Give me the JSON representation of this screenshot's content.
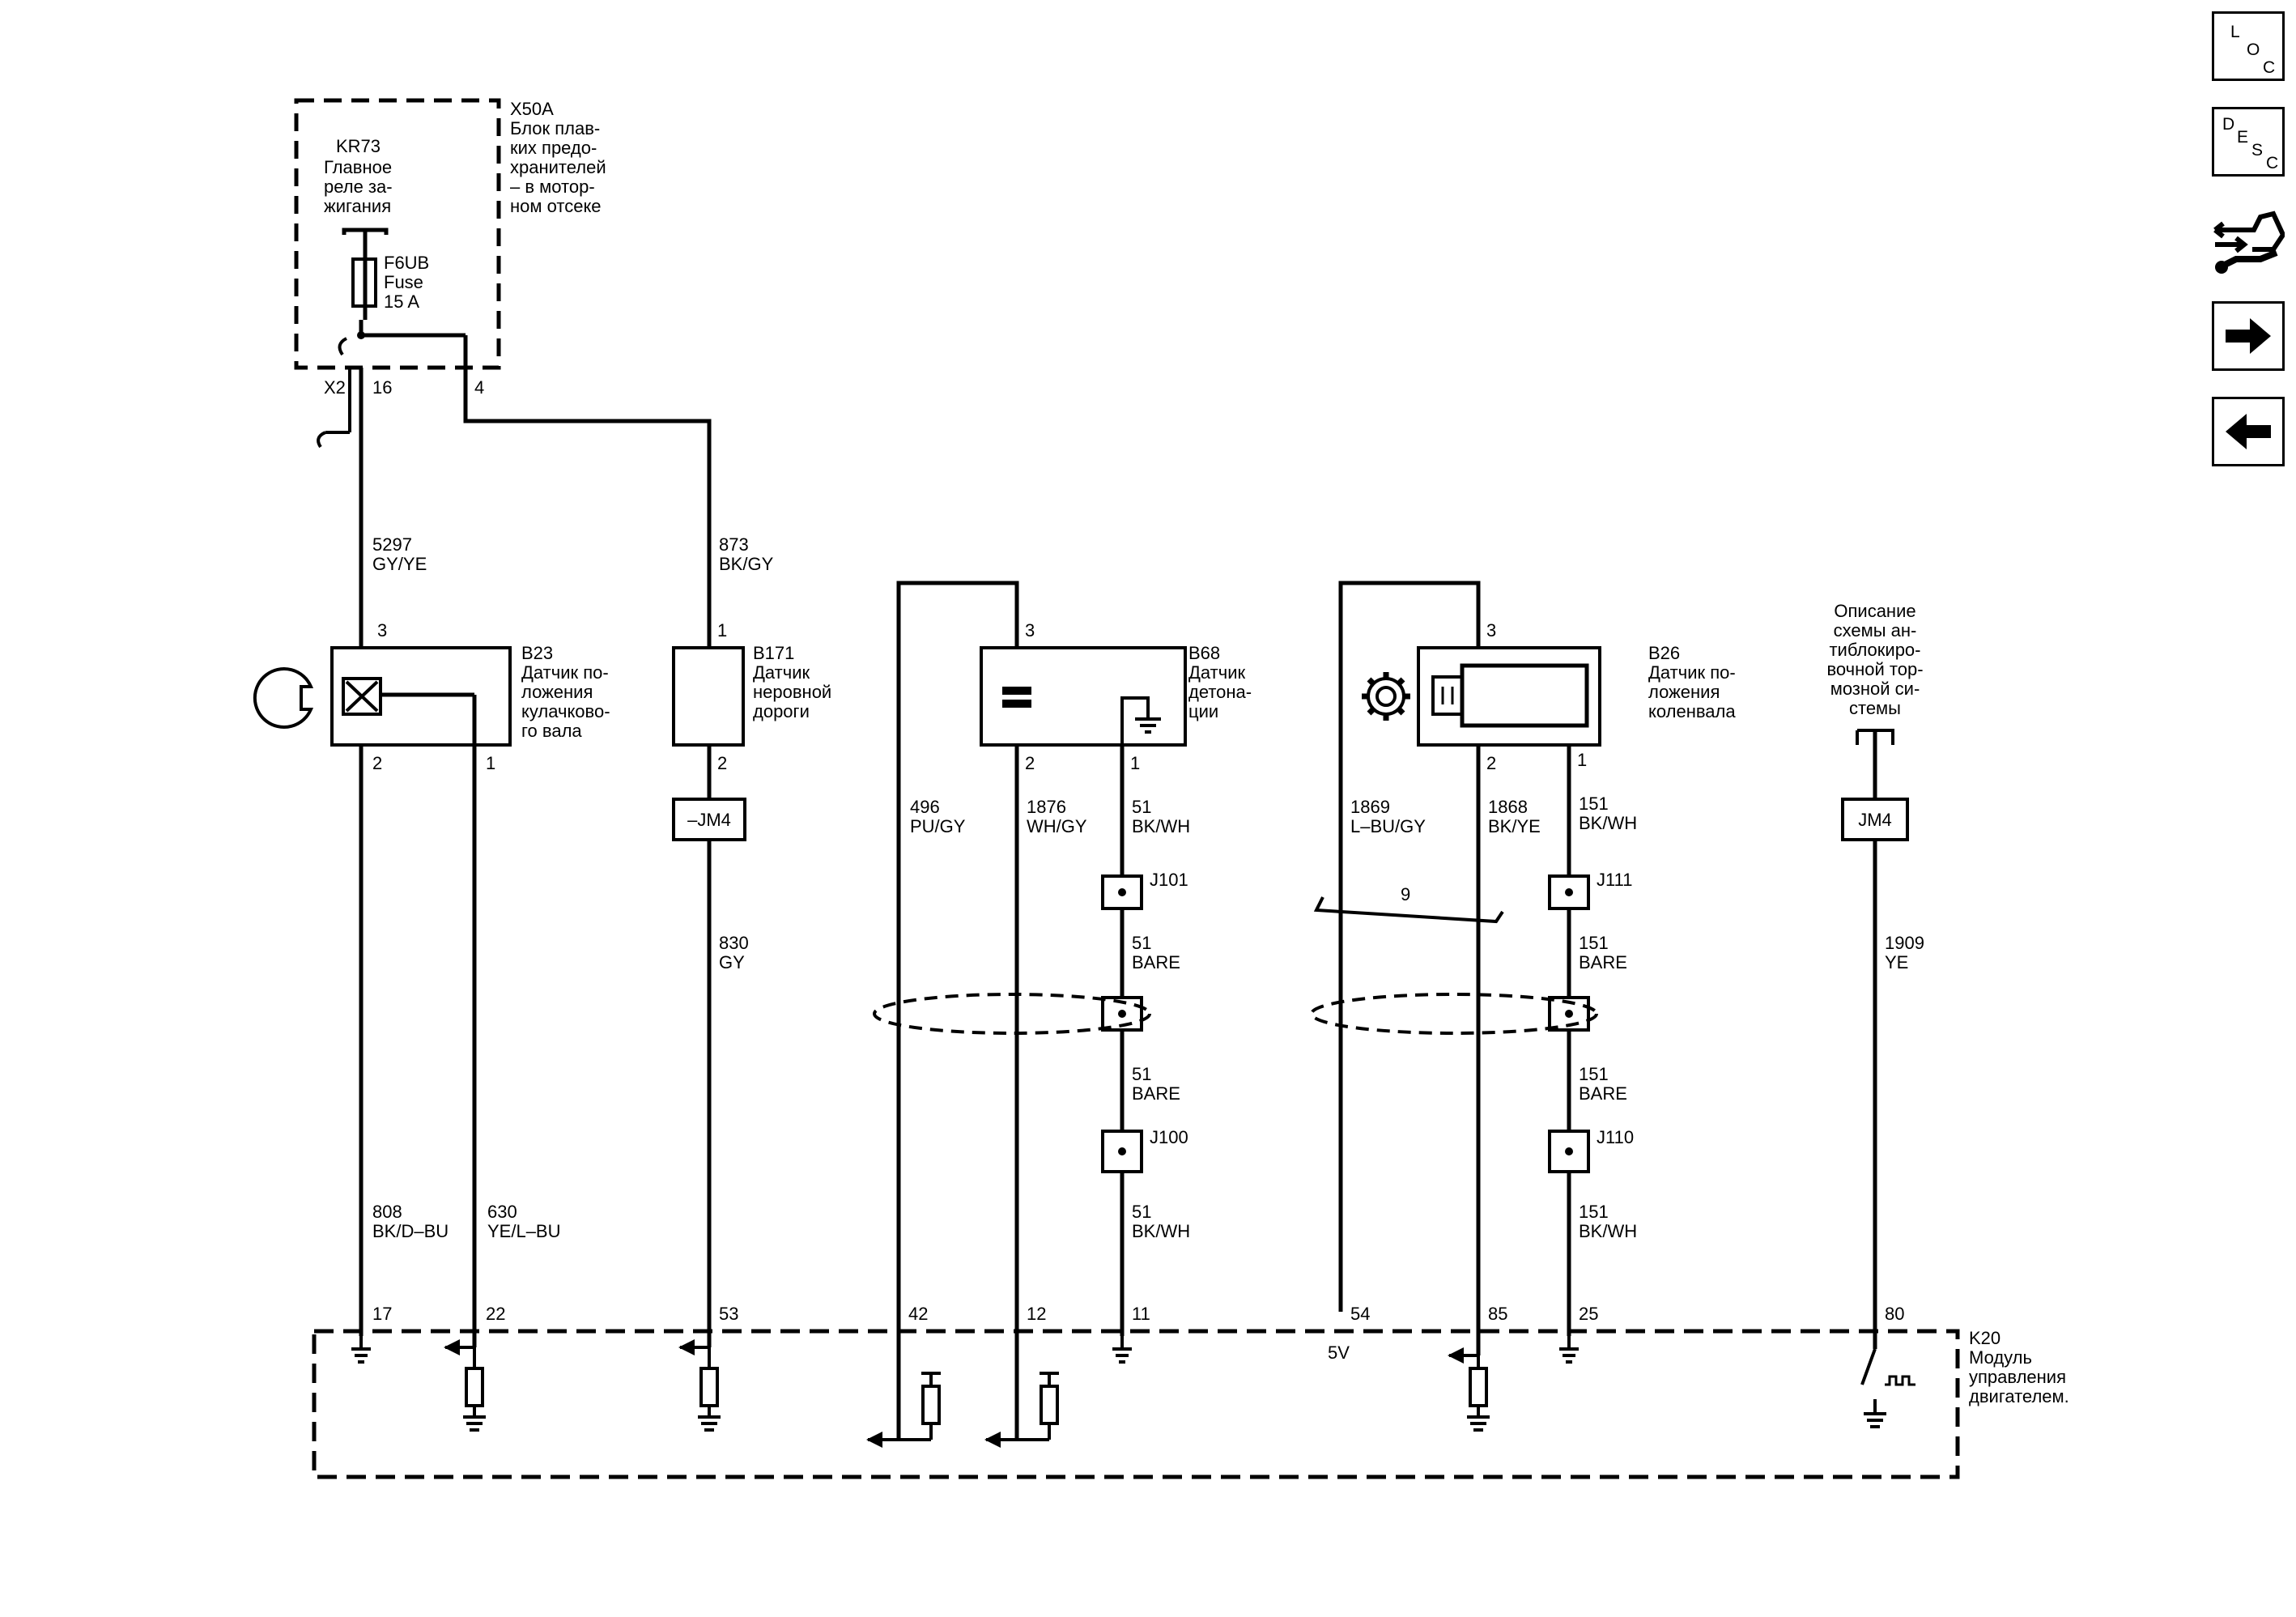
{
  "fuse_box": {
    "id": "X50A",
    "name_lines": [
      "Блок плав-",
      "ких предо-",
      "хранителей",
      "– в мотор-",
      "ном отсеке"
    ],
    "relay_id": "KR73",
    "relay_lines": [
      "Главное",
      "реле за-",
      "жигания"
    ],
    "fuse_lines": [
      "F6UB",
      "Fuse",
      "15 A"
    ],
    "conn_x2": "X2",
    "pin_16": "16",
    "pin_4": "4"
  },
  "wires": {
    "w5297": [
      "5297",
      "GY/YE"
    ],
    "w873": [
      "873",
      "BK/GY"
    ],
    "w808": [
      "808",
      "BK/D–BU"
    ],
    "w630": [
      "630",
      "YE/L–BU"
    ],
    "w830": [
      "830",
      "GY"
    ],
    "w496": [
      "496",
      "PU/GY"
    ],
    "w1876": [
      "1876",
      "WH/GY"
    ],
    "w51a": [
      "51",
      "BK/WH"
    ],
    "w51b": [
      "51",
      "BARE"
    ],
    "w51c": [
      "51",
      "BARE"
    ],
    "w51d": [
      "51",
      "BK/WH"
    ],
    "w1869": [
      "1869",
      "L–BU/GY"
    ],
    "w1868": [
      "1868",
      "BK/YE"
    ],
    "w151a": [
      "151",
      "BK/WH"
    ],
    "w151b": [
      "151",
      "BARE"
    ],
    "w151c": [
      "151",
      "BARE"
    ],
    "w151d": [
      "151",
      "BK/WH"
    ],
    "w1909": [
      "1909",
      "YE"
    ]
  },
  "components": {
    "b23": {
      "id": "B23",
      "lines": [
        "Датчик по-",
        "ложения",
        "кулачково-",
        "го вала"
      ],
      "pin_top": "3",
      "pin_b1": "2",
      "pin_b2": "1"
    },
    "b171": {
      "id": "B171",
      "lines": [
        "Датчик",
        "неровной",
        "дороги"
      ],
      "pin_top": "1",
      "pin_bot": "2"
    },
    "b68": {
      "id": "B68",
      "lines": [
        "Датчик",
        "детона-",
        "ции"
      ],
      "pin_top": "3",
      "pin_b1": "2",
      "pin_b2": "1"
    },
    "b26": {
      "id": "B26",
      "lines": [
        "Датчик по-",
        "ложения",
        "коленвала"
      ],
      "pin_top": "3",
      "pin_b1": "2",
      "pin_b2": "1"
    },
    "abs_note": [
      "Описание",
      "схемы ан-",
      "тиблокиро-",
      "вочной тор-",
      "мозной си-",
      "стемы"
    ]
  },
  "connectors": {
    "jm4_left": "–JM4",
    "jm4_right": "JM4",
    "j101": "J101",
    "j100": "J100",
    "j111": "J111",
    "j110": "J110",
    "twist_count": "9"
  },
  "ecm": {
    "id": "K20",
    "lines": [
      "Модуль",
      "управления",
      "двигателем."
    ],
    "pins": [
      "17",
      "22",
      "53",
      "42",
      "12",
      "11",
      "54",
      "85",
      "25",
      "80"
    ],
    "v5": "5V"
  },
  "nav": {
    "loc": [
      "L",
      "O",
      "C"
    ],
    "desc": [
      "D",
      "E",
      "S",
      "C"
    ],
    "forward_icon": "arrow-right",
    "back_icon": "arrow-left",
    "connector_icon": "connector-end-view"
  }
}
